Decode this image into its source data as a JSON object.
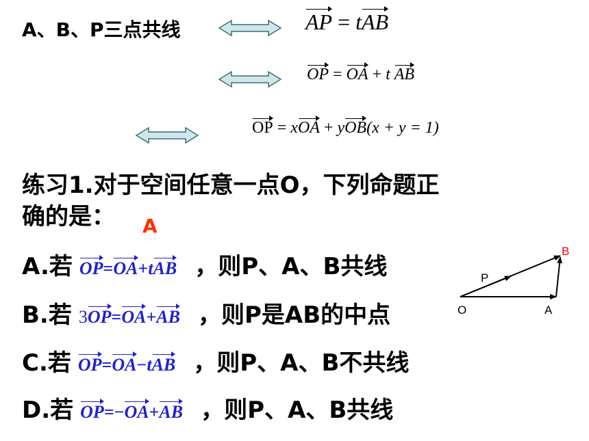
{
  "header": {
    "statement": "A、B、P三点共线",
    "eq1": {
      "lhs": "AP",
      "eq": "=",
      "t": "t",
      "vec": "AB"
    },
    "eq2": {
      "lhs": "OP",
      "eq": "=",
      "v1": "OA",
      "plus": "+",
      "t": "t",
      "v2": "AB"
    },
    "eq3": {
      "lhs": "OP",
      "eq": "=",
      "x": "x",
      "v1": "OA",
      "plus": "+",
      "y": "y",
      "v2": "OB",
      "cond": "(x + y = 1)"
    }
  },
  "question": {
    "line1": "练习1.对于空间任意一点O，下列命题正",
    "line2": "确的是：",
    "answer": "A"
  },
  "options": [
    {
      "label": "A.若",
      "coef": "",
      "lhs": "OP",
      "rel": "=",
      "sign1": "",
      "v1": "OA",
      "op": "+",
      "t": "t",
      "v2": "AB",
      "conclusion": "，则P、A、B共线"
    },
    {
      "label": "B.若",
      "coef": "3",
      "lhs": "OP",
      "rel": "=",
      "sign1": "",
      "v1": "OA",
      "op": "+",
      "t": "",
      "v2": "AB",
      "conclusion": "，则P是AB的中点"
    },
    {
      "label": "C.若",
      "coef": "",
      "lhs": "OP",
      "rel": "=",
      "sign1": "",
      "v1": "OA",
      "op": "−",
      "t": "t",
      "v2": "AB",
      "conclusion": "，则P、A、B不共线"
    },
    {
      "label": "D.若",
      "coef": "",
      "lhs": "OP",
      "rel": "=",
      "sign1": "−",
      "v1": "OA",
      "op": "+",
      "t": "",
      "v2": "AB",
      "conclusion": "，则P、A、B共线"
    }
  ],
  "figure": {
    "O": "O",
    "A": "A",
    "B": "B",
    "P": "P"
  },
  "colors": {
    "arrow_fill": "#cfe6ea",
    "arrow_stroke": "#3d6f7a",
    "answer": "#ff3300",
    "formula": "#1f1fd2",
    "point_B": "#ff0000"
  }
}
